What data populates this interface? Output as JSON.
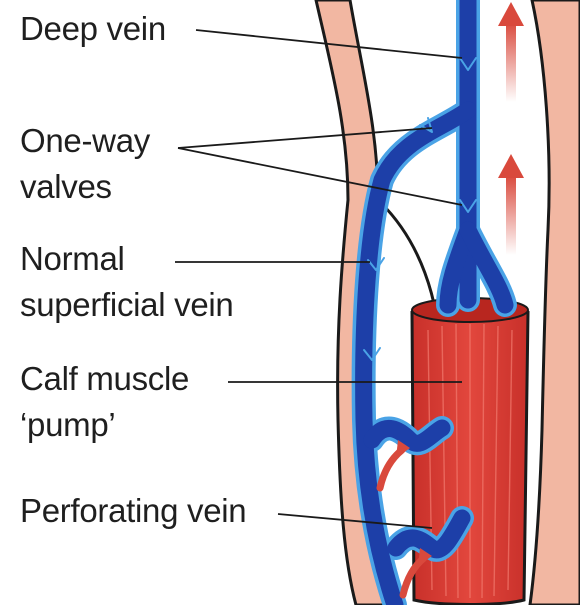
{
  "labels": {
    "deep_vein": "Deep vein",
    "valves_line1": "One-way",
    "valves_line2": "valves",
    "superficial_line1": "Normal",
    "superficial_line2": "superficial vein",
    "calf_line1": "Calf muscle",
    "calf_line2": "‘pump’",
    "perforating": "Perforating vein"
  },
  "colors": {
    "skin": "#f2b7a2",
    "vein": "#1d3fa8",
    "vein_edge": "#4aa3e6",
    "muscle": "#d93a33",
    "arrow": "#d9493c",
    "outline": "#1a1a1a"
  }
}
